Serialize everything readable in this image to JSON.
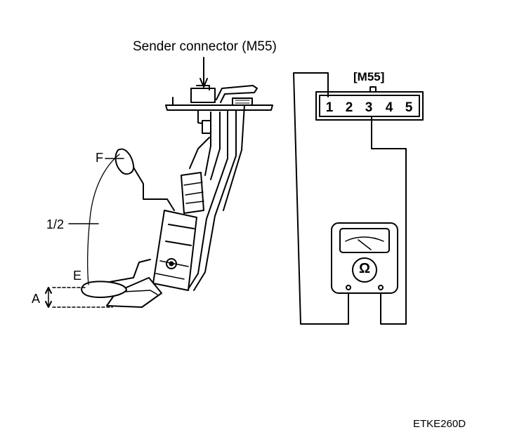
{
  "labels": {
    "sender_connector": "Sender connector (M55)",
    "connector_id": "[M55]",
    "full_mark": "F",
    "half_mark": "1/2",
    "empty_mark": "E",
    "dimension_a": "A",
    "figure_code": "ETKE260D"
  },
  "connector_pins": [
    "1",
    "2",
    "3",
    "4",
    "5"
  ],
  "ohmmeter_symbol": "Ω",
  "icons": {
    "meter": "ohmmeter-icon",
    "sender": "fuel-sender-float-icon"
  }
}
